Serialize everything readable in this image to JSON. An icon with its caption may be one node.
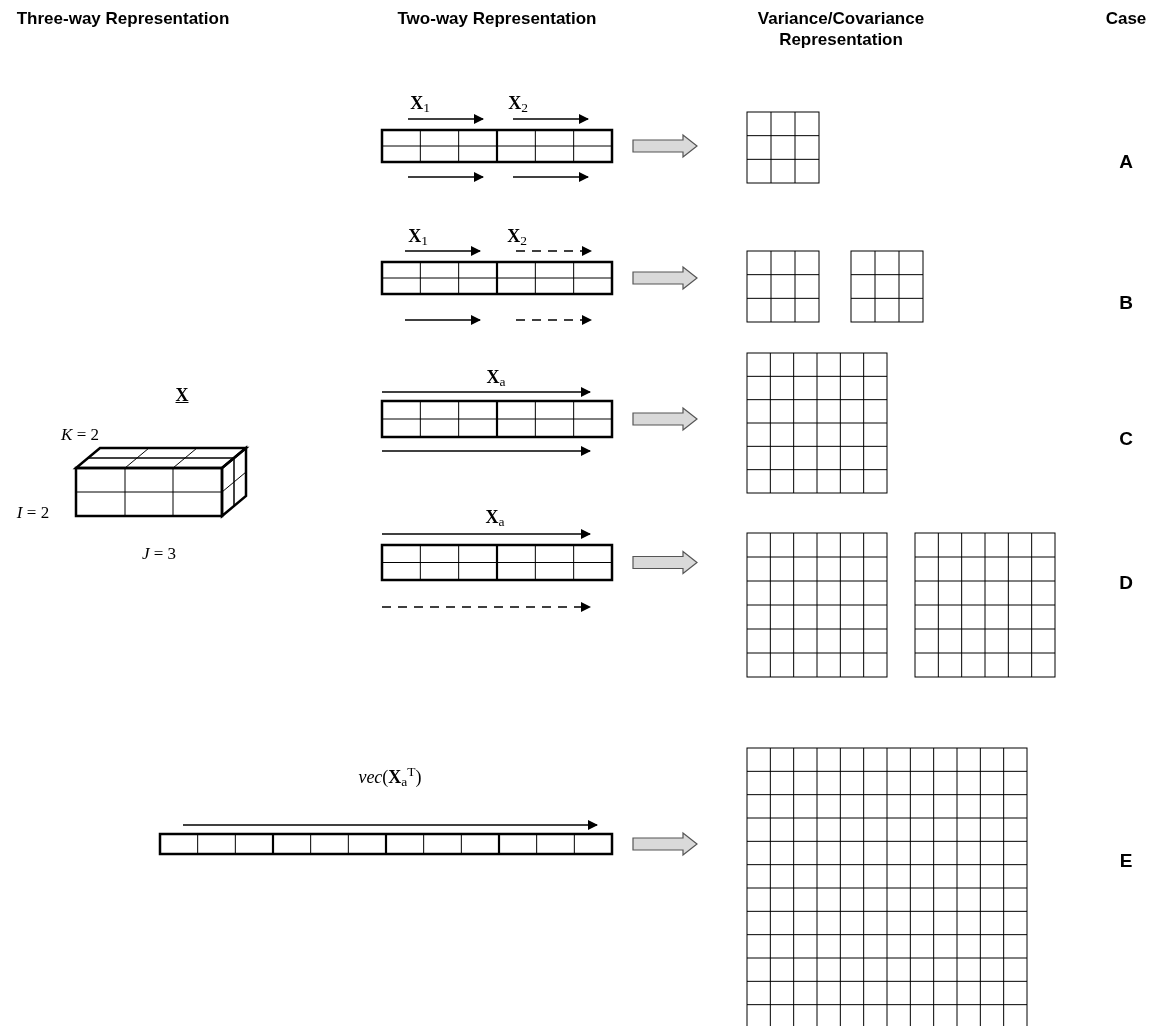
{
  "diagram": {
    "nodes": [
      {
        "text": [],
        "shape": "box",
        "beside": [
          "**X**$_{1}$",
          "**X**$_{2}$"
        ]
      },
      {
        "text": [],
        "shape": "box",
        "beside": [
          "**X**$_{1}$",
          "**X**$_{2}$"
        ]
      },
      {
        "text": [],
        "shape": "box",
        "beside": [
          "**X**$_{a}$"
        ]
      },
      {
        "text": [],
        "shape": "box",
        "beside": [
          "**X**$_{a}$"
        ]
      },
      {
        "text": [],
        "shape": "box",
        "beside": [
          "*vec*(**X**$_{a}$$^{T}$)"
        ]
      },
      {
        "text": [],
        "shape": "box"
      },
      {
        "text": [],
        "shape": "box"
      },
      {
        "text": [],
        "shape": "box"
      },
      {
        "text": [],
        "shape": "box"
      },
      {
        "text": [],
        "shape": "box"
      },
      {
        "text": [],
        "shape": "box"
      },
      {
        "text": [],
        "shape": "box"
      }
    ],
    "edges": [
      {
        "from": 0,
        "to": 5,
        "arrow": "to"
      },
      {
        "from": 1,
        "to": 6,
        "arrow": "to"
      },
      {
        "from": 2,
        "to": 8,
        "arrow": "to"
      },
      {
        "from": 3,
        "to": 9,
        "arrow": "to"
      },
      {
        "from": 4,
        "to": 11,
        "arrow": "to"
      }
    ],
    "labels": [
      "Three-way Representation",
      "Two-way Representation",
      "Variance/Covariance Representation",
      "Case",
      "A",
      "B",
      "X",
      "C",
      "*K* = 2",
      "*I* = 2",
      "*J* = 3",
      "D",
      "E"
    ]
  }
}
